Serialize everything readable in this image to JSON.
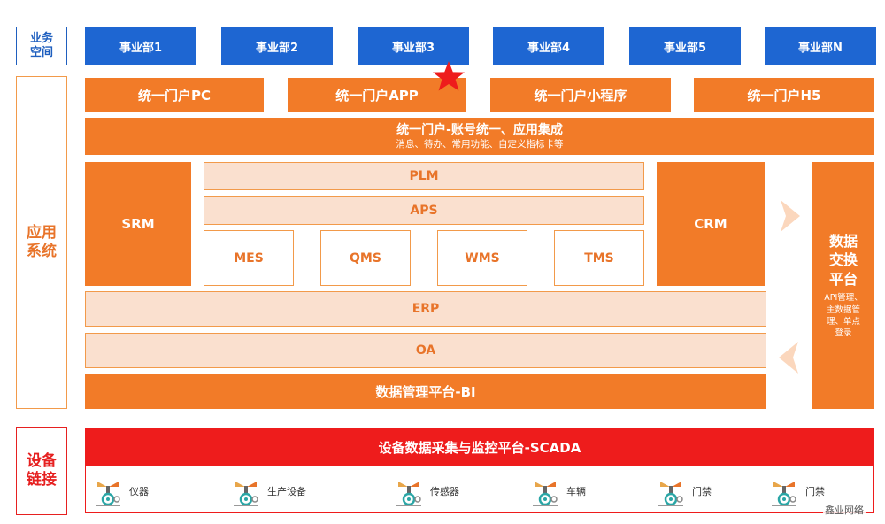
{
  "side_labels": {
    "business_space": "业务\n空间",
    "application_system": "应用\n系统",
    "device_link": "设备\n链接"
  },
  "business_units": [
    "事业部1",
    "事业部2",
    "事业部3",
    "事业部4",
    "事业部5",
    "事业部N"
  ],
  "portals": [
    "统一门户PC",
    "统一门户APP",
    "统一门户小程序",
    "统一门户H5"
  ],
  "unified_portal": {
    "title": "统一门户-账号统一、应用集成",
    "subtitle": "消息、待办、常用功能、自定义指标卡等"
  },
  "modules": {
    "srm": "SRM",
    "plm": "PLM",
    "aps": "APS",
    "mes": "MES",
    "qms": "QMS",
    "wms": "WMS",
    "tms": "TMS",
    "crm": "CRM",
    "erp": "ERP",
    "oa": "OA",
    "bi": "数据管理平台-BI"
  },
  "data_exchange": {
    "title": "数据\n交换\n平台",
    "desc": "API管理、\n主数据管\n理、单点\n登录"
  },
  "scada": "设备数据采集与监控平台-SCADA",
  "devices": [
    {
      "icon": "gear-valve-icon",
      "label": "仪器"
    },
    {
      "icon": "gear-valve-icon",
      "label": "生产设备"
    },
    {
      "icon": "gear-valve-icon",
      "label": "传感器"
    },
    {
      "icon": "gear-valve-icon",
      "label": "车辆"
    },
    {
      "icon": "gear-valve-icon",
      "label": "门禁"
    },
    {
      "icon": "gear-valve-icon",
      "label": "门禁"
    }
  ],
  "watermark": "鑫业网络",
  "colors": {
    "blue": "#1e66d2",
    "orange": "#f27b28",
    "light_orange": "#fae0cf",
    "red": "#ee1c1c",
    "star": "#ee1c1c"
  }
}
